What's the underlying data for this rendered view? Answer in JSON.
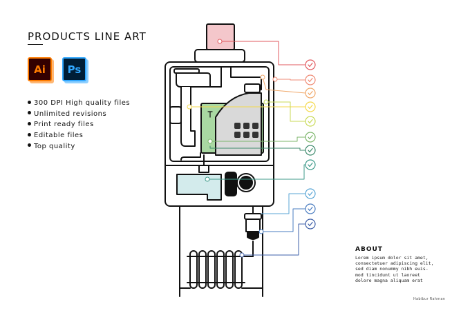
{
  "header": {
    "title": "PRODUCTS LINE ART"
  },
  "apps": [
    {
      "label": "Ai",
      "icon": "illustrator-icon",
      "fg": "#ff7c00",
      "bg": "#330000",
      "back": "#ff7c00"
    },
    {
      "label": "Ps",
      "icon": "photoshop-icon",
      "fg": "#31a8ff",
      "bg": "#001e36",
      "back": "#31a8ff"
    }
  ],
  "features": [
    "300 DPI High quality files",
    "Unlimited revisions",
    "Print ready files",
    "Editable files",
    "Top quality"
  ],
  "about": {
    "title": "ABOUT",
    "lines": [
      "Lorem ipsum dolor sit amet,",
      "consectetuer adipiscing elit,",
      "sed diam nonummy nibh euis-",
      "mod tincidunt ut laoreet",
      "dolore magna aliquam erat"
    ]
  },
  "author": "Habibur Rahman",
  "colors": {
    "pink": "#f4c7cb",
    "green": "#a9d8a2",
    "gray": "#d9d9d9",
    "blue": "#d3ebec",
    "line": "#111111"
  },
  "callout_colors": [
    "#e25a5f",
    "#ef8a74",
    "#f0a86a",
    "#f4d94c",
    "#c8da56",
    "#7bb56a",
    "#3d8a6c",
    "#3e9a8a",
    "#5aa6d6",
    "#4a7cc0",
    "#3e5fa8"
  ]
}
